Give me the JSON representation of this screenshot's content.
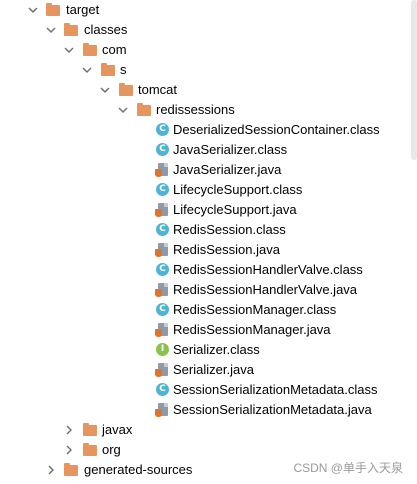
{
  "tree": {
    "target": "target",
    "classes": "classes",
    "com": "com",
    "s": "s",
    "tomcat": "tomcat",
    "redissessions": "redissessions",
    "files": [
      {
        "name": "DeserializedSessionContainer.class",
        "kind": "class"
      },
      {
        "name": "JavaSerializer.class",
        "kind": "class"
      },
      {
        "name": "JavaSerializer.java",
        "kind": "java"
      },
      {
        "name": "LifecycleSupport.class",
        "kind": "class"
      },
      {
        "name": "LifecycleSupport.java",
        "kind": "java"
      },
      {
        "name": "RedisSession.class",
        "kind": "class"
      },
      {
        "name": "RedisSession.java",
        "kind": "java"
      },
      {
        "name": "RedisSessionHandlerValve.class",
        "kind": "class"
      },
      {
        "name": "RedisSessionHandlerValve.java",
        "kind": "java"
      },
      {
        "name": "RedisSessionManager.class",
        "kind": "class"
      },
      {
        "name": "RedisSessionManager.java",
        "kind": "java"
      },
      {
        "name": "Serializer.class",
        "kind": "interface"
      },
      {
        "name": "Serializer.java",
        "kind": "java"
      },
      {
        "name": "SessionSerializationMetadata.class",
        "kind": "class"
      },
      {
        "name": "SessionSerializationMetadata.java",
        "kind": "java"
      }
    ],
    "javax": "javax",
    "org": "org",
    "generated_sources": "generated-sources"
  },
  "icons": {
    "folder": "folder-icon",
    "class": "class-file-icon",
    "interface": "interface-file-icon",
    "java": "java-file-icon",
    "expanded": "chevron-down-icon",
    "collapsed": "chevron-right-icon"
  },
  "badges": {
    "class": "C",
    "interface": "I"
  },
  "colors": {
    "folder": "#e7955e",
    "class": "#4eb3d6",
    "interface": "#8bc34a",
    "java": "#e0742c"
  },
  "watermark": "CSDN @单手入天泉"
}
